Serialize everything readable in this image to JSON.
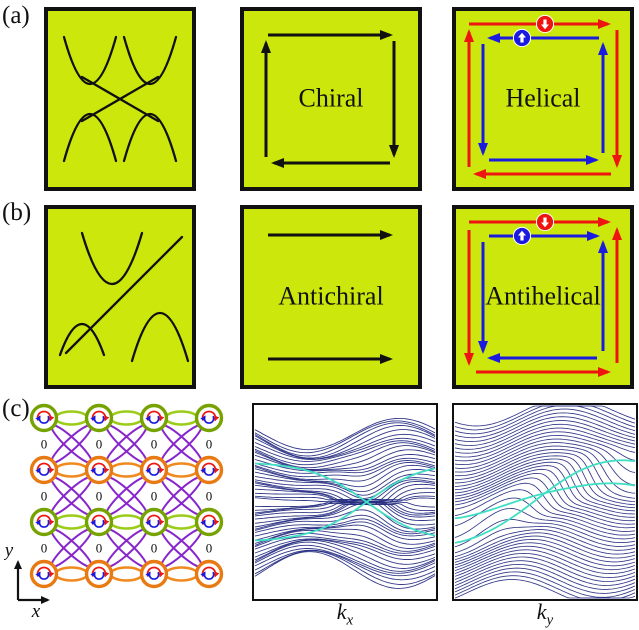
{
  "colors": {
    "panel_fill": "#cbe70b",
    "ink": "#111111",
    "red": "#ee1511",
    "blue": "#1b1be0",
    "navy": "#272e82",
    "cyan": "#3fdfc3",
    "green_ring": "#76a302",
    "green_bond": "#9ccc1a",
    "orange_ring": "#e87a14",
    "orange_bond": "#f0891e",
    "purple_bond": "#8826cc"
  },
  "panels": {
    "a": {
      "label": "(a)",
      "boxes": [
        {
          "name": "helical-band-structure-sketch"
        },
        {
          "label": "Chiral"
        },
        {
          "label": "Helical"
        }
      ]
    },
    "b": {
      "label": "(b)",
      "boxes": [
        {
          "name": "antihelical-band-structure-sketch"
        },
        {
          "label": "Antichiral"
        },
        {
          "label": "Antihelical"
        }
      ]
    },
    "c": {
      "label": "(c)",
      "lattice": {
        "rows": 4,
        "cols": 4,
        "row_colors": [
          "green",
          "orange",
          "green",
          "orange"
        ],
        "bond_label": "0",
        "x_axis_label": "x",
        "y_axis_label": "y"
      },
      "plots": [
        {
          "axis_base": "k",
          "axis_sub": "x"
        },
        {
          "axis_base": "k",
          "axis_sub": "y"
        }
      ]
    }
  },
  "chart_data": [
    {
      "type": "line",
      "title": "Ribbon band structure along kx with edge-state crossing",
      "xlabel": "kx",
      "ylabel": "",
      "n_bulk_lines_per_band": 26,
      "n_edge_lines": 2,
      "bulk_color": "#272e82",
      "edge_color": "#3fdfc3",
      "crossing_x_fraction": 0.62,
      "axes_ticks_visible": false
    },
    {
      "type": "line",
      "title": "Ribbon band structure along ky with winding gap and edge states",
      "xlabel": "ky",
      "ylabel": "",
      "n_bulk_lines": 44,
      "n_edge_lines": 2,
      "bulk_color": "#272e82",
      "edge_color": "#3fdfc3",
      "crossing_x_fraction": 0.5,
      "axes_ticks_visible": false
    }
  ]
}
